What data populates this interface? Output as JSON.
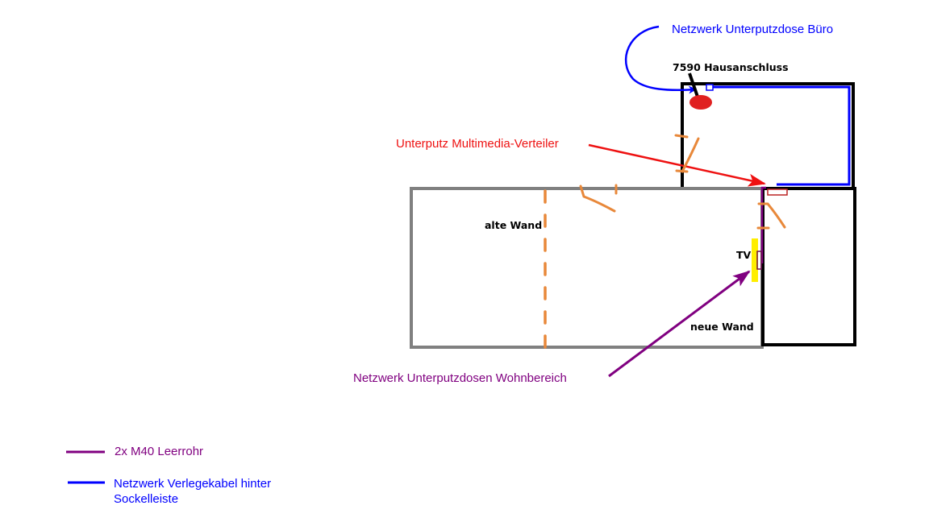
{
  "labels": {
    "buero_dose": "Netzwerk Unterputzdose Büro",
    "hausanschluss": "7590 Hausanschluss",
    "verteiler": "Unterputz Multimedia-Verteiler",
    "alte_wand": "alte Wand",
    "tv": "TV",
    "neue_wand": "neue Wand",
    "wohnbereich_dosen": "Netzwerk Unterputzdosen Wohnbereich"
  },
  "legend": {
    "items": [
      {
        "label": "2x M40 Leerrohr",
        "color": "#800080"
      },
      {
        "label_line1": "Netzwerk Verlegekabel hinter",
        "label_line2": "Sockelleiste",
        "color": "#0000ff"
      }
    ]
  },
  "colors": {
    "blue": "#0000ff",
    "red": "#ee1111",
    "purple": "#800080",
    "orange": "#e8883a",
    "gray": "#808080",
    "yellow": "#ffee00"
  }
}
